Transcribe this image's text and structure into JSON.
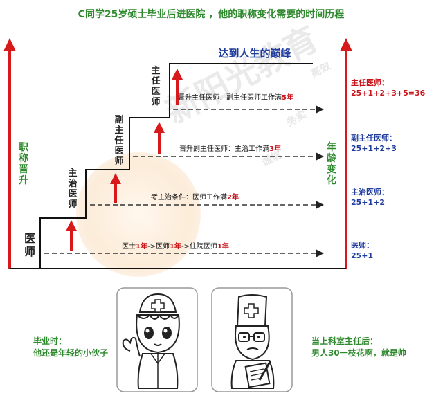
{
  "title": "C同学25岁硕士毕业后进医院 ，他的职称变化需要的时间历程",
  "peak_label": "达到人生的巅峰",
  "axes": {
    "left_label": "职称晋升",
    "right_label": "年龄变化"
  },
  "steps": [
    {
      "title": "医师"
    },
    {
      "title": "主治医师"
    },
    {
      "title": "副主任医师"
    },
    {
      "title": "主任医师"
    }
  ],
  "notes": [
    {
      "parts": [
        {
          "t": "医士",
          "red": false
        },
        {
          "t": "1年",
          "red": true
        },
        {
          "t": "->医师",
          "red": false
        },
        {
          "t": "1年",
          "red": true
        },
        {
          "t": "->住院医师",
          "red": false
        },
        {
          "t": "1年",
          "red": true
        }
      ]
    },
    {
      "parts": [
        {
          "t": "考主治条件：医师工作满",
          "red": false
        },
        {
          "t": "2年",
          "red": true
        }
      ]
    },
    {
      "parts": [
        {
          "t": "晋升副主任医师：主治工作满",
          "red": false
        },
        {
          "t": "3年",
          "red": true
        }
      ]
    },
    {
      "parts": [
        {
          "t": "晋升主任医师：副主任医师工作满",
          "red": false
        },
        {
          "t": "5年",
          "red": true
        }
      ]
    }
  ],
  "ages": [
    {
      "label": "医师：",
      "value": "25+1"
    },
    {
      "label": "主治医师：",
      "value": "25+1+2"
    },
    {
      "label": "副主任医师：",
      "value": "25+1+2+3"
    },
    {
      "label": "主任医师：",
      "value": "25+1+2+3+5=36"
    }
  ],
  "captions": {
    "left_title": "毕业时：",
    "left_text": "他还是年轻的小伙子",
    "right_title": "当上科室主任后：",
    "right_text": "男人30一枝花啊，就是帅"
  },
  "watermark": {
    "main": "新阳光教育",
    "sub1": "高效",
    "sub2": "务实",
    "sub3": "诚信"
  },
  "colors": {
    "green": "#2f8a2f",
    "blue": "#1f3c9e",
    "red": "#c8141a",
    "arrow_red": "#d7191c"
  }
}
